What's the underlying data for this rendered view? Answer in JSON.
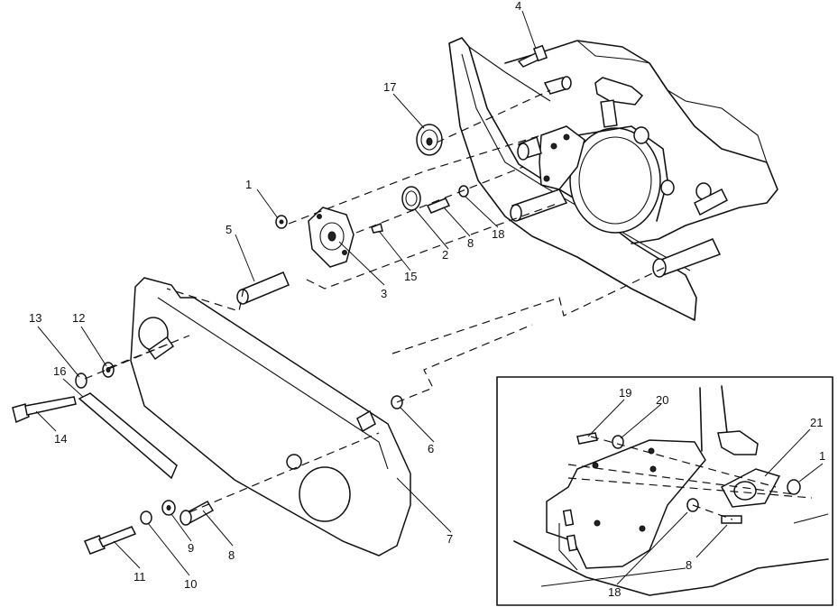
{
  "callouts": {
    "p1_main": "1",
    "p2": "2",
    "p3": "3",
    "p4": "4",
    "p5": "5",
    "p6": "6",
    "p7": "7",
    "p8_main": "8",
    "p8_lower": "8",
    "p9": "9",
    "p10": "10",
    "p11": "11",
    "p12": "12",
    "p13": "13",
    "p14": "14",
    "p15": "15",
    "p16": "16",
    "p17": "17",
    "p18_main": "18",
    "inset_p19": "19",
    "inset_p20": "20",
    "inset_p21": "21",
    "inset_p1": "1",
    "inset_p8": "8",
    "inset_p18": "18"
  }
}
